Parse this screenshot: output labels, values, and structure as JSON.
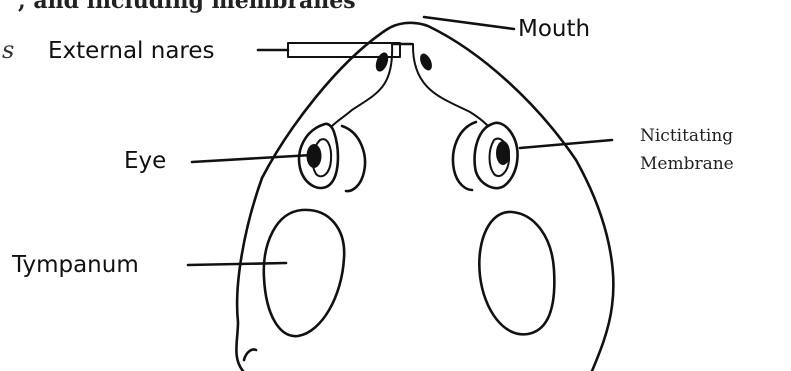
{
  "header_fragment": ", and including membranes",
  "margin_fragment": "s",
  "labels": {
    "mouth": "Mouth",
    "external_nares": "External nares",
    "eye": "Eye",
    "nictitating_line1": "Nictitating",
    "nictitating_line2": "Membrane",
    "tympanum": "Tympanum"
  }
}
